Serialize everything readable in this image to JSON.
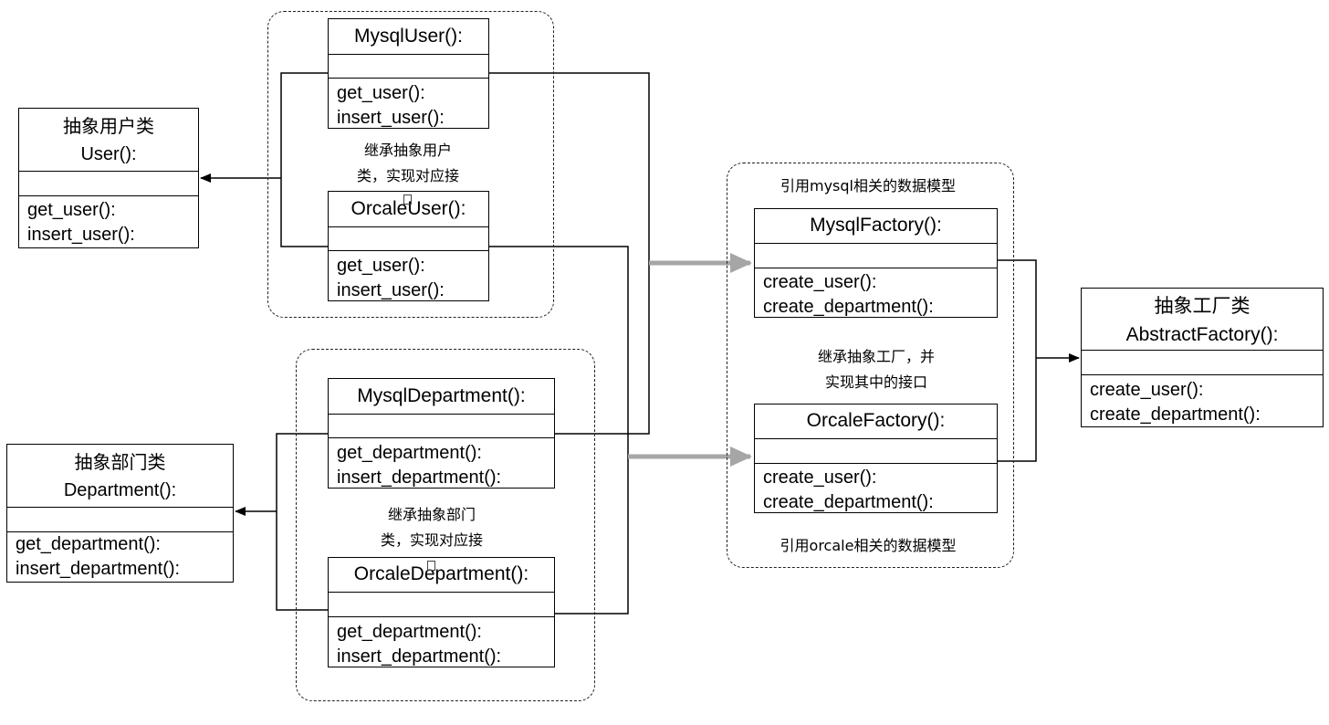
{
  "classes": {
    "mysql_user": {
      "name": "MysqlUser():",
      "ops": [
        "get_user():",
        "insert_user():"
      ]
    },
    "orcale_user": {
      "name": "OrcaleUser():",
      "ops": [
        "get_user():",
        "insert_user():"
      ]
    },
    "abstract_user": {
      "title": "抽象用户类",
      "name": "User():",
      "ops": [
        "get_user():",
        "insert_user():"
      ]
    },
    "mysql_department": {
      "name": "MysqlDepartment():",
      "ops": [
        "get_department():",
        "insert_department():"
      ]
    },
    "orcale_department": {
      "name": "OrcaleDepartment():",
      "ops": [
        "get_department():",
        "insert_department():"
      ]
    },
    "abstract_department": {
      "title": "抽象部门类",
      "name": "Department():",
      "ops": [
        "get_department():",
        "insert_department():"
      ]
    },
    "mysql_factory": {
      "name": "MysqlFactory():",
      "ops": [
        "create_user():",
        "create_department():"
      ]
    },
    "orcale_factory": {
      "name": "OrcaleFactory():",
      "ops": [
        "create_user():",
        "create_department():"
      ]
    },
    "abstract_factory": {
      "title": "抽象工厂类",
      "name": "AbstractFactory():",
      "ops": [
        "create_user():",
        "create_department():"
      ]
    }
  },
  "notes": {
    "user_group": [
      "继承抽象用户",
      "类，实现对应接"
    ],
    "department_group": [
      "继承抽象部门",
      "类，实现对应接"
    ],
    "factory_group": [
      "继承抽象工厂，并",
      "实现其中的接口"
    ],
    "mysql_models": "引用mysql相关的数据模型",
    "orcale_models": "引用orcale相关的数据模型"
  },
  "colors": {
    "line": "#000000",
    "reference_arrow": "#a6a6a6"
  }
}
